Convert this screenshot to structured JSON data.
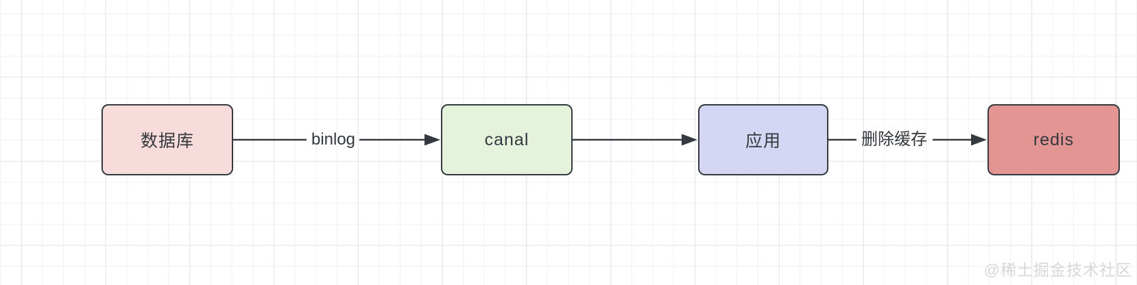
{
  "diagram": {
    "title": "cache-invalidation-flow",
    "nodes": [
      {
        "id": "database",
        "label": "数据库",
        "fill": "#f8dcdc"
      },
      {
        "id": "canal",
        "label": "canal",
        "fill": "#e5f3dd"
      },
      {
        "id": "app",
        "label": "应用",
        "fill": "#d4d6f3"
      },
      {
        "id": "redis",
        "label": "redis",
        "fill": "#e29593"
      }
    ],
    "edges": [
      {
        "from": "database",
        "to": "canal",
        "label": "binlog"
      },
      {
        "from": "canal",
        "to": "app",
        "label": ""
      },
      {
        "from": "app",
        "to": "redis",
        "label": "删除缓存"
      }
    ],
    "colors": {
      "line": "#343a40",
      "node_border": "#343a40",
      "node_text": "#33383d",
      "edge_label_text": "#33383d",
      "grid_minor": "#f1f1f1",
      "grid_major": "#e4e4e4",
      "watermark": "#d7d7d7"
    },
    "watermark": "@稀土掘金技术社区"
  }
}
